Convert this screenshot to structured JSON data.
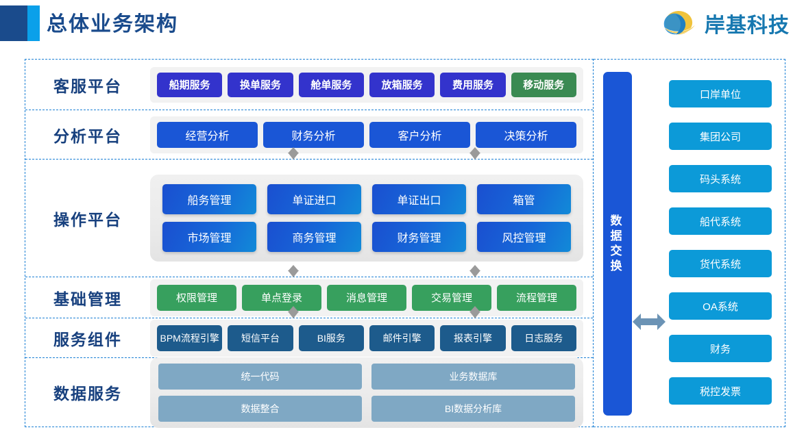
{
  "header": {
    "title": "总体业务架构",
    "logo_text": "岸基科技",
    "logo_icon": "wave-circle-logo-icon",
    "accent_dark": "#1a4b8c",
    "accent_light": "#0aa0ea"
  },
  "rows": [
    {
      "label": "客服平台",
      "style": "indigo",
      "items": [
        {
          "label": "船期服务",
          "color": "#3333cc"
        },
        {
          "label": "换单服务",
          "color": "#3333cc"
        },
        {
          "label": "舱单服务",
          "color": "#3333cc"
        },
        {
          "label": "放箱服务",
          "color": "#3333cc"
        },
        {
          "label": "费用服务",
          "color": "#3333cc"
        },
        {
          "label": "移动服务",
          "color": "#3a8a52"
        }
      ]
    },
    {
      "label": "分析平台",
      "style": "blue",
      "items": [
        {
          "label": "经营分析",
          "color": "#1a56d6"
        },
        {
          "label": "财务分析",
          "color": "#1a56d6"
        },
        {
          "label": "客户分析",
          "color": "#1a56d6"
        },
        {
          "label": "决策分析",
          "color": "#1a56d6"
        }
      ]
    },
    {
      "label": "操作平台",
      "style": "gradient",
      "items": [
        {
          "label": "船务管理",
          "color": "#1668d8"
        },
        {
          "label": "单证进口",
          "color": "#1668d8"
        },
        {
          "label": "单证出口",
          "color": "#1668d8"
        },
        {
          "label": "箱管",
          "color": "#1668d8"
        },
        {
          "label": "市场管理",
          "color": "#1668d8"
        },
        {
          "label": "商务管理",
          "color": "#1668d8"
        },
        {
          "label": "财务管理",
          "color": "#1668d8"
        },
        {
          "label": "风控管理",
          "color": "#1668d8"
        }
      ]
    },
    {
      "label": "基础管理",
      "style": "green",
      "items": [
        {
          "label": "权限管理",
          "color": "#37a05e"
        },
        {
          "label": "单点登录",
          "color": "#37a05e"
        },
        {
          "label": "消息管理",
          "color": "#37a05e"
        },
        {
          "label": "交易管理",
          "color": "#37a05e"
        },
        {
          "label": "流程管理",
          "color": "#37a05e"
        }
      ]
    },
    {
      "label": "服务组件",
      "style": "steel",
      "items": [
        {
          "label": "BPM流程引擎",
          "color": "#1d5b8c"
        },
        {
          "label": "短信平台",
          "color": "#1d5b8c"
        },
        {
          "label": "BI服务",
          "color": "#1d5b8c"
        },
        {
          "label": "邮件引擎",
          "color": "#1d5b8c"
        },
        {
          "label": "报表引擎",
          "color": "#1d5b8c"
        },
        {
          "label": "日志服务",
          "color": "#1d5b8c"
        }
      ]
    },
    {
      "label": "数据服务",
      "style": "lightsteel",
      "items": [
        {
          "label": "统一代码",
          "color": "#7fa8c4"
        },
        {
          "label": "业务数据库",
          "color": "#7fa8c4"
        },
        {
          "label": "数据整合",
          "color": "#7fa8c4"
        },
        {
          "label": "BI数据分析库",
          "color": "#7fa8c4"
        }
      ]
    }
  ],
  "exchange": {
    "label": "数据交换",
    "chars": [
      "数",
      "据",
      "交",
      "换"
    ],
    "color": "#1a56d6",
    "arrow_icon": "double-headed-arrow-icon",
    "arrow_color": "#6b93b5"
  },
  "external_systems": {
    "color": "#0c9ad8",
    "items": [
      {
        "label": "口岸单位"
      },
      {
        "label": "集团公司"
      },
      {
        "label": "码头系统"
      },
      {
        "label": "船代系统"
      },
      {
        "label": "货代系统"
      },
      {
        "label": "OA系统"
      },
      {
        "label": "财务"
      },
      {
        "label": "税控发票"
      }
    ]
  },
  "connectors": {
    "icon": "down-arrow-connector-icon",
    "color": "#9a9a9a"
  }
}
